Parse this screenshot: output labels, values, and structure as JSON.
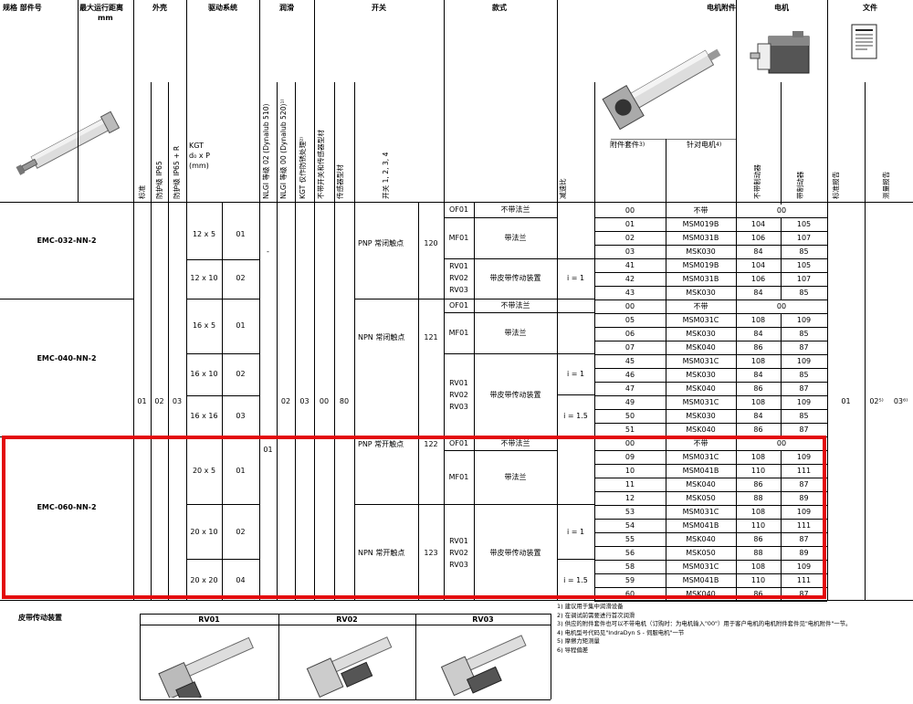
{
  "header": {
    "part_no": "规格 部件号",
    "max_travel": "最大运行距离",
    "max_travel_unit": "mm",
    "housing": "外壳",
    "drive": "驱动系统",
    "lubrication": "润滑",
    "switch": "开关",
    "model": "款式",
    "motor_accessories": "电机附件",
    "motor": "电机",
    "documents": "文件",
    "kgt": "KGT",
    "kgt_formula": "d₀ x P",
    "kgt_unit": "(mm)",
    "accessory_kit": "附件套件",
    "accessory_kit_sup": "3)",
    "for_motor": "针对电机",
    "for_motor_sup": "4)",
    "v_standard": "标准",
    "v_ip65": "防护级 IP65",
    "v_ip65r": "防护级 IP65 + R",
    "v_nlgi02": "NLGI 等级 02 (Dynalub 510)",
    "v_nlgi00": "NLGI 等级 00 (Dynalub 520)¹⁾",
    "v_kgt_rust": "KGT 仅作防锈处理²⁾",
    "v_no_switch": "不带开关和传感器型材",
    "v_sensor": "传感器型材",
    "v_switch1234": "开关 1, 2, 3, 4",
    "v_ratio": "减速比",
    "v_no_brake": "不带制动器",
    "v_brake": "带制动器",
    "v_std_report": "标准报告",
    "v_measure_report": "测量报告",
    "doc_icon": "document-icon"
  },
  "left": {
    "rows": [
      "EMC-032-NN-2",
      "EMC-040-NN-2",
      "EMC-060-NN-2"
    ]
  },
  "codes": {
    "c01": "01",
    "c02": "02",
    "c03": "03",
    "dash": "-",
    "lub01": "01",
    "lub02": "02",
    "lub03": "03",
    "s00": "00",
    "s80": "80"
  },
  "kgt": [
    {
      "size": "12 x 5",
      "code": "01"
    },
    {
      "size": "12 x 10",
      "code": "02"
    },
    {
      "size": "16 x 5",
      "code": "01"
    },
    {
      "size": "16 x 10",
      "code": "02"
    },
    {
      "size": "16 x 16",
      "code": "03"
    },
    {
      "size": "20 x 5",
      "code": "01"
    },
    {
      "size": "20 x 10",
      "code": "02"
    },
    {
      "size": "20 x 20",
      "code": "04"
    }
  ],
  "switches": [
    {
      "label": "PNP 常闭触点",
      "code": "120"
    },
    {
      "label": "NPN 常闭触点",
      "code": "121"
    },
    {
      "label": "PNP 常开触点",
      "code": "122"
    },
    {
      "label": "NPN 常开触点",
      "code": "123"
    }
  ],
  "models": {
    "of01": "OF01",
    "mf01": "MF01",
    "rv01": "RV01",
    "rv02": "RV02",
    "rv03": "RV03",
    "no_flange": "不带法兰",
    "with_flange": "带法兰",
    "belt": "带皮带传动装置"
  },
  "ratios": {
    "r1": "i = 1",
    "r15": "i = 1.5"
  },
  "motor_rows": [
    {
      "kit": "00",
      "motor": "不带",
      "nb": "00",
      "b": ""
    },
    {
      "kit": "01",
      "motor": "MSM019B",
      "nb": "104",
      "b": "105"
    },
    {
      "kit": "02",
      "motor": "MSM031B",
      "nb": "106",
      "b": "107"
    },
    {
      "kit": "03",
      "motor": "MSK030",
      "nb": "84",
      "b": "85"
    },
    {
      "kit": "41",
      "motor": "MSM019B",
      "nb": "104",
      "b": "105"
    },
    {
      "kit": "42",
      "motor": "MSM031B",
      "nb": "106",
      "b": "107"
    },
    {
      "kit": "43",
      "motor": "MSK030",
      "nb": "84",
      "b": "85"
    },
    {
      "kit": "00",
      "motor": "不带",
      "nb": "00",
      "b": ""
    },
    {
      "kit": "05",
      "motor": "MSM031C",
      "nb": "108",
      "b": "109"
    },
    {
      "kit": "06",
      "motor": "MSK030",
      "nb": "84",
      "b": "85"
    },
    {
      "kit": "07",
      "motor": "MSK040",
      "nb": "86",
      "b": "87"
    },
    {
      "kit": "45",
      "motor": "MSM031C",
      "nb": "108",
      "b": "109"
    },
    {
      "kit": "46",
      "motor": "MSK030",
      "nb": "84",
      "b": "85"
    },
    {
      "kit": "47",
      "motor": "MSK040",
      "nb": "86",
      "b": "87"
    },
    {
      "kit": "49",
      "motor": "MSM031C",
      "nb": "108",
      "b": "109"
    },
    {
      "kit": "50",
      "motor": "MSK030",
      "nb": "84",
      "b": "85"
    },
    {
      "kit": "51",
      "motor": "MSK040",
      "nb": "86",
      "b": "87"
    },
    {
      "kit": "00",
      "motor": "不带",
      "nb": "00",
      "b": ""
    },
    {
      "kit": "09",
      "motor": "MSM031C",
      "nb": "108",
      "b": "109"
    },
    {
      "kit": "10",
      "motor": "MSM041B",
      "nb": "110",
      "b": "111"
    },
    {
      "kit": "11",
      "motor": "MSK040",
      "nb": "86",
      "b": "87"
    },
    {
      "kit": "12",
      "motor": "MSK050",
      "nb": "88",
      "b": "89"
    },
    {
      "kit": "53",
      "motor": "MSM031C",
      "nb": "108",
      "b": "109"
    },
    {
      "kit": "54",
      "motor": "MSM041B",
      "nb": "110",
      "b": "111"
    },
    {
      "kit": "55",
      "motor": "MSK040",
      "nb": "86",
      "b": "87"
    },
    {
      "kit": "56",
      "motor": "MSK050",
      "nb": "88",
      "b": "89"
    },
    {
      "kit": "58",
      "motor": "MSM031C",
      "nb": "108",
      "b": "109"
    },
    {
      "kit": "59",
      "motor": "MSM041B",
      "nb": "110",
      "b": "111"
    },
    {
      "kit": "60",
      "motor": "MSK040",
      "nb": "86",
      "b": "87"
    }
  ],
  "docs": {
    "std": "01",
    "meas": "02⁵⁾",
    "meas2": "03⁶⁾"
  },
  "footer": {
    "title": "皮带传动装置",
    "rv01": "RV01",
    "rv02": "RV02",
    "rv03": "RV03",
    "notes": [
      "1) 建议用于集中润滑设备",
      "2) 在调试前需要进行首次润滑",
      "3) 供应的附件套件也可以不带电机（订购时：为电机输入\"00\"）用于客户电机的电机附件套件见\"电机附件\"一节。",
      "4) 电机型号代码见\"IndraDyn S - 伺服电机\"一节",
      "5) 摩擦力矩测量",
      "6) 导程偏差"
    ]
  }
}
